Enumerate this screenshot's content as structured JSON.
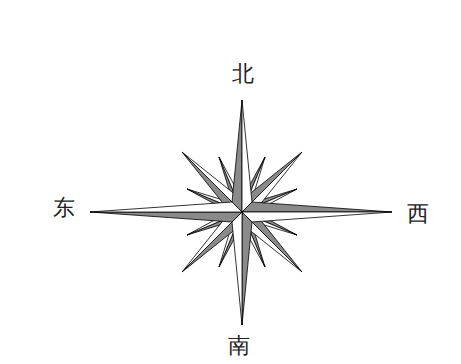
{
  "diagram": {
    "labels": [
      "北",
      "东",
      "西",
      "南"
    ]
  }
}
